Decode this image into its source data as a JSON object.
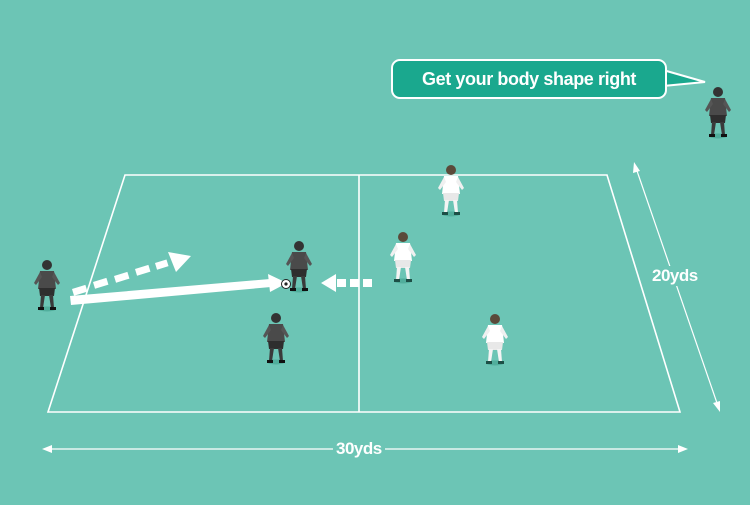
{
  "coach_callout": {
    "text": "Get your body shape right"
  },
  "dimensions": {
    "width_label": "30yds",
    "height_label": "20yds"
  },
  "colors": {
    "pitch": "#6cc5b5",
    "callout_fill": "#1aa88e",
    "lines": "#ffffff",
    "attacking_team": "#4a4a4a",
    "defending_team": "#ffffff"
  },
  "players": [
    {
      "team": "dark",
      "role": "passer"
    },
    {
      "team": "dark",
      "role": "receiver-with-ball"
    },
    {
      "team": "dark",
      "role": "support-runner"
    },
    {
      "team": "white",
      "role": "pressing-defender"
    },
    {
      "team": "white",
      "role": "defender"
    },
    {
      "team": "white",
      "role": "defender"
    },
    {
      "team": "coach",
      "role": "coach"
    }
  ]
}
